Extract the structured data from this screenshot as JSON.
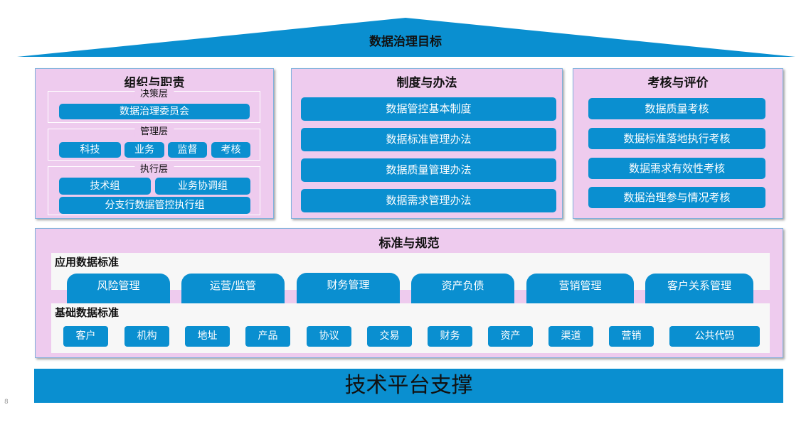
{
  "roof": {
    "title": "数据治理目标"
  },
  "org": {
    "title": "组织与职责",
    "layers": [
      {
        "label": "决策层",
        "items": [
          "数据治理委员会"
        ]
      },
      {
        "label": "管理层",
        "items": [
          "科技",
          "业务",
          "监督",
          "考核"
        ]
      },
      {
        "label": "执行层",
        "items": [
          "技术组",
          "业务协调组",
          "分支行数据管控执行组"
        ]
      }
    ]
  },
  "rules": {
    "title": "制度与办法",
    "items": [
      "数据管控基本制度",
      "数据标准管理办法",
      "数据质量管理办法",
      "数据需求管理办法"
    ]
  },
  "assess": {
    "title": "考核与评价",
    "items": [
      "数据质量考核",
      "数据标准落地执行考核",
      "数据需求有效性考核",
      "数据治理参与情况考核"
    ]
  },
  "standards": {
    "title": "标准与规范",
    "app": {
      "title": "应用数据标准",
      "items": [
        "风险管理",
        "运营/监管",
        "财务管理",
        "资产负债",
        "营销管理",
        "客户关系管理"
      ]
    },
    "base": {
      "title": "基础数据标准",
      "items": [
        "客户",
        "机构",
        "地址",
        "产品",
        "协议",
        "交易",
        "财务",
        "资产",
        "渠道",
        "营销",
        "公共代码"
      ]
    }
  },
  "footer": {
    "title": "技术平台支撑"
  },
  "page_number": "8"
}
